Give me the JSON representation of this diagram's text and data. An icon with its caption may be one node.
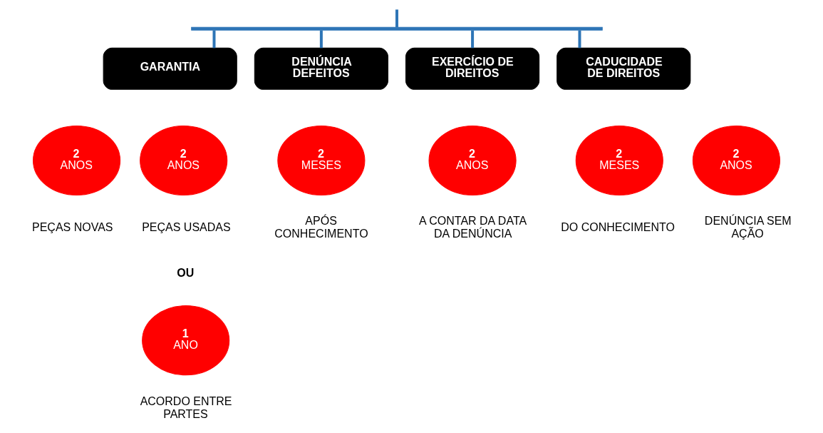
{
  "diagram": {
    "nodes": [
      {
        "text": [],
        "shape": "bar"
      },
      {
        "text": [
          "GARANTIA"
        ]
      },
      {
        "text": [
          "DENÚNCIA DEFEITOS"
        ]
      },
      {
        "text": [
          "EXERCÍCIO DE DIREITOS"
        ]
      },
      {
        "text": [
          "CADUCIDADE DE DIREITOS"
        ]
      },
      {
        "text": [
          "2",
          "ANOS"
        ],
        "beside": [
          "PEÇAS NOVAS"
        ]
      },
      {
        "text": [
          "2",
          "ANOS"
        ],
        "beside": [
          "PEÇAS USADAS"
        ]
      },
      {
        "text": [
          "1",
          "ANO"
        ],
        "beside": [
          "ACORDO ENTRE PARTES"
        ]
      },
      {
        "text": [
          "2",
          "MESES"
        ],
        "beside": [
          "APÓS CONHECIMENTO"
        ]
      },
      {
        "text": [
          "2",
          "ANOS"
        ],
        "beside": [
          "A CONTAR DA DATA DA DENÚNCIA"
        ]
      },
      {
        "text": [
          "2",
          "MESES"
        ],
        "beside": [
          "DO CONHECIMENTO"
        ]
      },
      {
        "text": [
          "2",
          "ANOS"
        ],
        "beside": [
          "DENÚNCIA SEM AÇÃO"
        ]
      }
    ],
    "edges": [
      {
        "from": null,
        "to": 0,
        "arrow": "none"
      },
      {
        "from": 0,
        "to": 1,
        "arrow": "none"
      },
      {
        "from": 0,
        "to": 2,
        "arrow": "none"
      },
      {
        "from": 0,
        "to": 3,
        "arrow": "none"
      },
      {
        "from": 0,
        "to": 4,
        "arrow": "none"
      }
    ],
    "labels": [
      "OU"
    ]
  }
}
